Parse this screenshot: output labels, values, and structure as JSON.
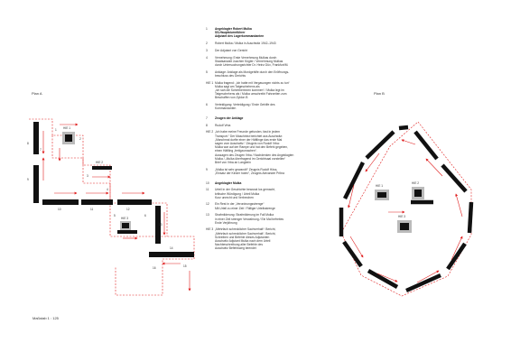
{
  "plans": {
    "left_label": "Plan A",
    "right_label": "Plan B",
    "scale": "Maßstab 1 : 125"
  },
  "plan_a_numbers": [
    "8",
    "7",
    "9",
    "10",
    "11",
    "12",
    "1",
    "2",
    "3",
    "4",
    "5",
    "6",
    "13",
    "14",
    "15",
    "16"
  ],
  "plan_a_tags": [
    "HIE 1",
    "HIE 2",
    "HIE 3"
  ],
  "plan_b_tags": [
    "HIE 1",
    "HIE 2",
    "HIE 3"
  ],
  "legend": {
    "sections": [
      {
        "entries": [
          {
            "num": "1",
            "head": true,
            "lines": [
              "Angeklagter Robert Mulka",
              "SS-Hauptsturmführer",
              "Adjutant des Lagerkommandanten"
            ]
          },
          {
            "num": "2",
            "lines": [
              "Robert Mulka / Mulka in Auschwitz 1942–1943"
            ]
          },
          {
            "num": "3",
            "lines": [
              "Der Adjutant von Gericht"
            ]
          },
          {
            "num": "4",
            "lines": [
              "Vernehmung: Erste Vernehmung Mulkas durch",
              "Staatsanwalt Joachim Kügler / Vernehmung Mulkas",
              "durch Untersuchungsrichter Dr. Heinz Düx, Frankfurt/M."
            ]
          },
          {
            "num": "5",
            "lines": [
              "Anklage: Anklage als Mordgehilfe durch den Eröffnungs-",
              "beschluss des Gerichts"
            ]
          },
          {
            "num": "HIE 1",
            "lines": [
              "Mulka fragend: „Ich hatte mit Vergasungen nichts zu tun“",
              "Mulka sagt am Tatgeschehens als",
              "„ich sah die Schreiberinnen kommen“ / Mulka legt im",
              "Tatgeschehens als / Mulka umschreibt Fahrzeiten zum",
              "Beschaffen von Zyklon B"
            ]
          },
          {
            "num": "6",
            "lines": [
              "Verteidigung: Verteidigung / Erste Gehilfe des",
              "Kommandanten"
            ]
          }
        ]
      },
      {
        "entries": [
          {
            "num": "7",
            "head": true,
            "lines": [
              "Zeugen der Anklage"
            ]
          },
          {
            "num": "8",
            "lines": [
              "Rudolf Vrba"
            ]
          },
          {
            "num": "HIE 2",
            "lines": [
              "„Ich habe meine Freunde gefunden, fast in jedem",
              "Transport.“ Der Maschinist berichtet aus Auschwitz:",
              "„Manchmal durfte einer der Häftlinge das erste Mal",
              "sagen vom Auschwitz.“ Zeugnis von Rudolf Vrba:",
              "Mulka war auf der Rampe und hat den Befehl gegeben,",
              "einen Häftling „fertigzumachen“.",
              "Aussagen des Zeugen Vrba / Nachdenken des Angeklagten",
              "Mulka / „Mulka überfragend im Gerichtsaal vorstellen“",
              "Brief von Vrba an Langbein"
            ]
          },
          {
            "num": "9",
            "lines": [
              "„Mulka ist sehr gewandt!“ Zeugnis Rudolf Höss,",
              "„Einsatz der Kinder holen“, Zeugnis Alexander Pribra"
            ]
          }
        ]
      },
      {
        "entries": [
          {
            "num": "10",
            "head": true,
            "lines": [
              "Angeklagter Mulka"
            ]
          },
          {
            "num": "11",
            "lines": [
              "Urteil in der Geschichte bewusst los gemacht,",
              "kritische Würdigung / Urteil Mulka",
              "Kurz unrecht und Verbrechen"
            ]
          },
          {
            "num": "12",
            "lines": [
              "Ein Rest in der „Verordnungsstrenge“",
              "Mit Urteil zu einer Zeit / Fälliger Urteilsstrenge"
            ]
          },
          {
            "num": "13",
            "lines": [
              "Strafmilderung: Strafmilderung im Fall Mulka",
              "in einer Zeit strenger Verwahrung / Ein Mal befreites",
              "Ende Verjährung"
            ]
          },
          {
            "num": "HIE 3",
            "lines": [
              "„Mehrfach schrecklicher Sachverhalt“: Bericht,",
              "„Mehrfach schrecklicher Sachverhalt“, Bericht,",
              "Schreiben und Befehle dieses Adjutanten",
              "Auschwitz Adjutant Mulka nach dem Urteil",
              "Nachbeschreibung aller Befehle des",
              "Auschwitz Befehlsweg beendet"
            ]
          }
        ]
      }
    ]
  },
  "colors": {
    "wall": "#111111",
    "arrow": "#e02020",
    "dashed": "#e02020",
    "vitrine": "#9a9a9a"
  }
}
